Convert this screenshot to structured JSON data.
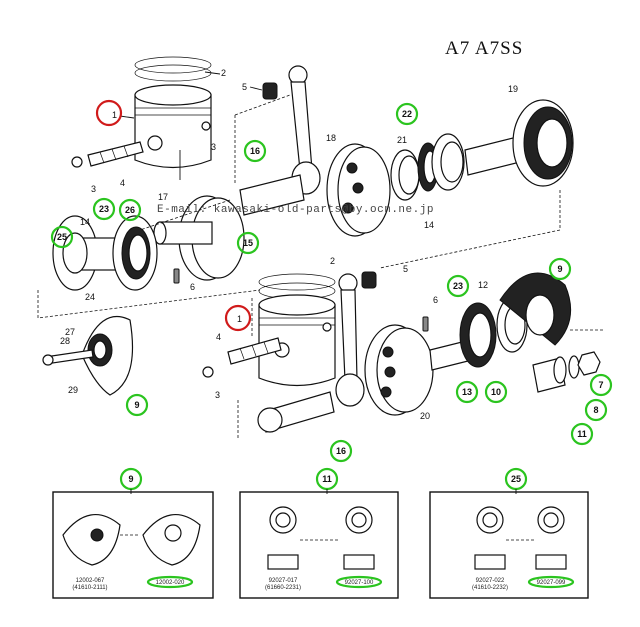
{
  "title": "A7 A7SS",
  "watermark": "E-mail: kawasaki-old-parts@by.ocn.ne.jp",
  "highlight_colors": {
    "green": "#2bc41f",
    "red": "#d01a1a"
  },
  "callouts": {
    "c1": "1",
    "c2": "2",
    "c3": "3",
    "c4": "4",
    "c5": "5",
    "c6": "6",
    "c7": "7",
    "c8": "8",
    "c9": "9",
    "c10": "10",
    "c11": "11",
    "c12": "12",
    "c13": "13",
    "c14": "14",
    "c15": "15",
    "c16": "16",
    "c17": "17",
    "c18": "18",
    "c19": "19",
    "c20": "20",
    "c21": "21",
    "c22": "22",
    "c23": "23",
    "c24": "24",
    "c25": "25",
    "c26": "26",
    "c27": "27",
    "c28": "28",
    "c29": "29"
  },
  "supersession_boxes": [
    {
      "ref": "9",
      "old_no": "12002-067",
      "old_alt": "(41610-2111)",
      "new_no": "12002-020"
    },
    {
      "ref": "11",
      "old_no": "92027-017",
      "old_alt": "(61660-2231)",
      "new_no": "92027-100"
    },
    {
      "ref": "25",
      "old_no": "92027-022",
      "old_alt": "(41610-2232)",
      "new_no": "92027-099"
    }
  ]
}
